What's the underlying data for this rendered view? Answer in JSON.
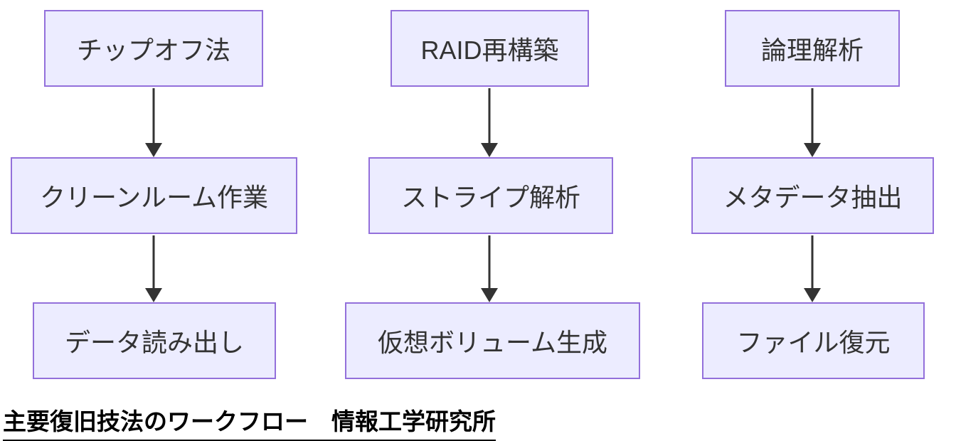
{
  "diagram": {
    "type": "flowchart",
    "caption": "主要復旧技法のワークフロー　情報工学研究所",
    "colors": {
      "node_fill": "#ECECFF",
      "node_border": "#9370DB",
      "node_text": "#333333",
      "arrow": "#333333",
      "caption_text": "#000000",
      "background": "#FFFFFF"
    },
    "columns": [
      {
        "name": "chip-off-flow",
        "nodes": [
          {
            "label": "チップオフ法"
          },
          {
            "label": "クリーンルーム作業"
          },
          {
            "label": "データ読み出し"
          }
        ]
      },
      {
        "name": "raid-flow",
        "nodes": [
          {
            "label": "RAID再構築"
          },
          {
            "label": "ストライプ解析"
          },
          {
            "label": "仮想ボリューム生成"
          }
        ]
      },
      {
        "name": "logical-flow",
        "nodes": [
          {
            "label": "論理解析"
          },
          {
            "label": "メタデータ抽出"
          },
          {
            "label": "ファイル復元"
          }
        ]
      }
    ]
  }
}
